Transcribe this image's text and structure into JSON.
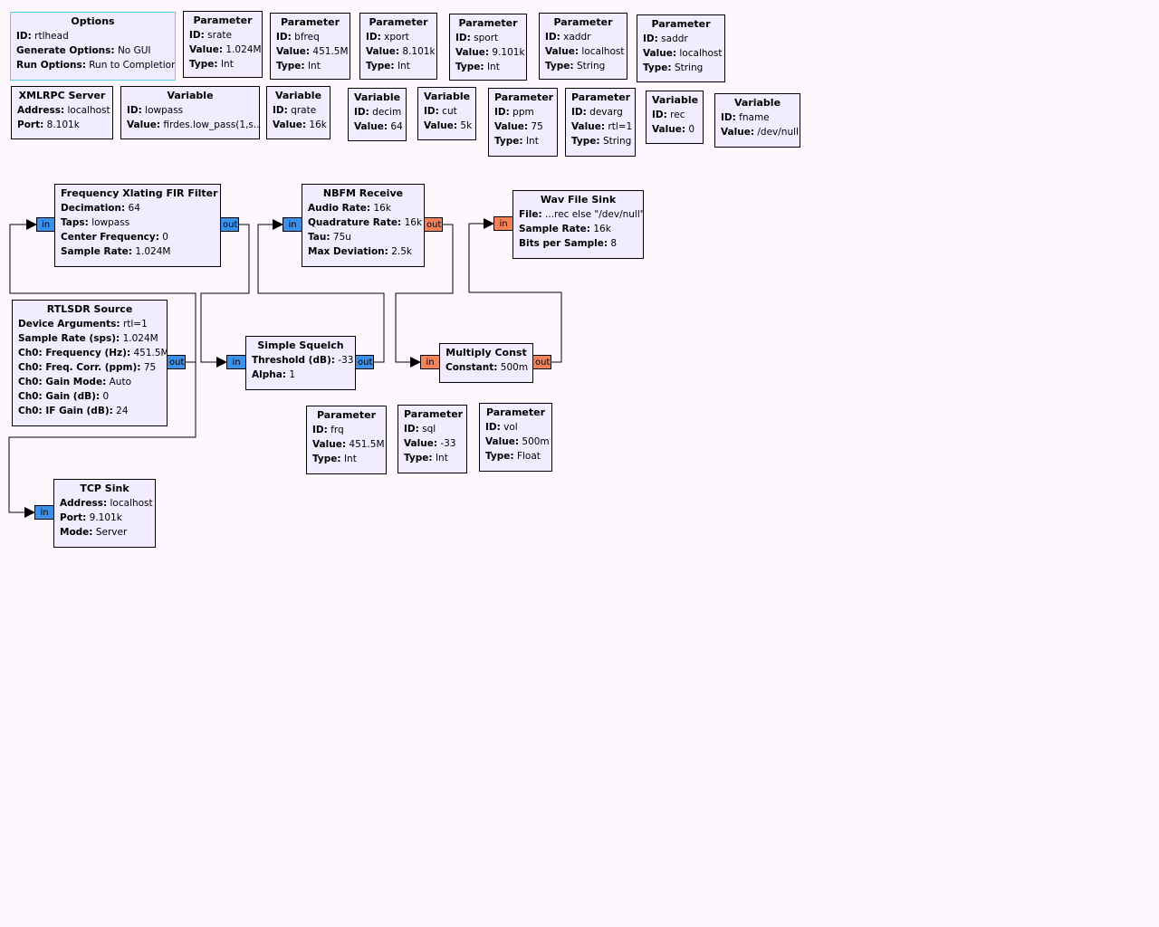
{
  "ports": {
    "in": "in",
    "out": "out"
  },
  "colors": {
    "canvas": "#fff7fe",
    "block_fill": "#f1ecff",
    "complex_port": "#3991ec",
    "float_port": "#f78158",
    "selected_border": "#4fd6e6"
  },
  "blocks": {
    "options": {
      "title": "Options",
      "rows": [
        {
          "k": "ID:",
          "v": "rtlhead"
        },
        {
          "k": "Generate Options:",
          "v": "No GUI"
        },
        {
          "k": "Run Options:",
          "v": "Run to Completion"
        }
      ]
    },
    "p_srate": {
      "title": "Parameter",
      "rows": [
        {
          "k": "ID:",
          "v": "srate"
        },
        {
          "k": "Value:",
          "v": "1.024M"
        },
        {
          "k": "Type:",
          "v": "Int"
        }
      ]
    },
    "p_bfreq": {
      "title": "Parameter",
      "rows": [
        {
          "k": "ID:",
          "v": "bfreq"
        },
        {
          "k": "Value:",
          "v": "451.5M"
        },
        {
          "k": "Type:",
          "v": "Int"
        }
      ]
    },
    "p_xport": {
      "title": "Parameter",
      "rows": [
        {
          "k": "ID:",
          "v": "xport"
        },
        {
          "k": "Value:",
          "v": "8.101k"
        },
        {
          "k": "Type:",
          "v": "Int"
        }
      ]
    },
    "p_sport": {
      "title": "Parameter",
      "rows": [
        {
          "k": "ID:",
          "v": "sport"
        },
        {
          "k": "Value:",
          "v": "9.101k"
        },
        {
          "k": "Type:",
          "v": "Int"
        }
      ]
    },
    "p_xaddr": {
      "title": "Parameter",
      "rows": [
        {
          "k": "ID:",
          "v": "xaddr"
        },
        {
          "k": "Value:",
          "v": "localhost"
        },
        {
          "k": "Type:",
          "v": "String"
        }
      ]
    },
    "p_saddr": {
      "title": "Parameter",
      "rows": [
        {
          "k": "ID:",
          "v": "saddr"
        },
        {
          "k": "Value:",
          "v": "localhost"
        },
        {
          "k": "Type:",
          "v": "String"
        }
      ]
    },
    "xmlrpc": {
      "title": "XMLRPC Server",
      "rows": [
        {
          "k": "Address:",
          "v": "localhost"
        },
        {
          "k": "Port:",
          "v": "8.101k"
        }
      ]
    },
    "v_lowpass": {
      "title": "Variable",
      "rows": [
        {
          "k": "ID:",
          "v": "lowpass"
        },
        {
          "k": "Value:",
          "v": "firdes.low_pass(1,s..."
        }
      ]
    },
    "v_qrate": {
      "title": "Variable",
      "rows": [
        {
          "k": "ID:",
          "v": "qrate"
        },
        {
          "k": "Value:",
          "v": "16k"
        }
      ]
    },
    "v_decim": {
      "title": "Variable",
      "rows": [
        {
          "k": "ID:",
          "v": "decim"
        },
        {
          "k": "Value:",
          "v": "64"
        }
      ]
    },
    "v_cut": {
      "title": "Variable",
      "rows": [
        {
          "k": "ID:",
          "v": "cut"
        },
        {
          "k": "Value:",
          "v": "5k"
        }
      ]
    },
    "p_ppm": {
      "title": "Parameter",
      "rows": [
        {
          "k": "ID:",
          "v": "ppm"
        },
        {
          "k": "Value:",
          "v": "75"
        },
        {
          "k": "Type:",
          "v": "Int"
        }
      ]
    },
    "p_devarg": {
      "title": "Parameter",
      "rows": [
        {
          "k": "ID:",
          "v": "devarg"
        },
        {
          "k": "Value:",
          "v": "rtl=1"
        },
        {
          "k": "Type:",
          "v": "String"
        }
      ]
    },
    "v_rec": {
      "title": "Variable",
      "rows": [
        {
          "k": "ID:",
          "v": "rec"
        },
        {
          "k": "Value:",
          "v": "0"
        }
      ]
    },
    "v_fname": {
      "title": "Variable",
      "rows": [
        {
          "k": "ID:",
          "v": "fname"
        },
        {
          "k": "Value:",
          "v": "/dev/null"
        }
      ]
    },
    "xlating": {
      "title": "Frequency Xlating FIR Filter",
      "rows": [
        {
          "k": "Decimation:",
          "v": "64"
        },
        {
          "k": "Taps:",
          "v": "lowpass"
        },
        {
          "k": "Center Frequency:",
          "v": "0"
        },
        {
          "k": "Sample Rate:",
          "v": "1.024M"
        }
      ]
    },
    "nbfm": {
      "title": "NBFM Receive",
      "rows": [
        {
          "k": "Audio Rate:",
          "v": "16k"
        },
        {
          "k": "Quadrature Rate:",
          "v": "16k"
        },
        {
          "k": "Tau:",
          "v": "75u"
        },
        {
          "k": "Max Deviation:",
          "v": "2.5k"
        }
      ]
    },
    "wav": {
      "title": "Wav File Sink",
      "rows": [
        {
          "k": "File:",
          "v": "...rec else \"/dev/null\""
        },
        {
          "k": "Sample Rate:",
          "v": "16k"
        },
        {
          "k": "Bits per Sample:",
          "v": "8"
        }
      ]
    },
    "rtlsdr": {
      "title": "RTLSDR Source",
      "rows": [
        {
          "k": "Device Arguments:",
          "v": "rtl=1"
        },
        {
          "k": "Sample Rate (sps):",
          "v": "1.024M"
        },
        {
          "k": "Ch0: Frequency (Hz):",
          "v": "451.5M"
        },
        {
          "k": "Ch0: Freq. Corr. (ppm):",
          "v": "75"
        },
        {
          "k": "Ch0: Gain Mode:",
          "v": "Auto"
        },
        {
          "k": "Ch0: Gain (dB):",
          "v": "0"
        },
        {
          "k": "Ch0: IF Gain (dB):",
          "v": "24"
        }
      ]
    },
    "squelch": {
      "title": "Simple Squelch",
      "rows": [
        {
          "k": "Threshold (dB):",
          "v": "-33"
        },
        {
          "k": "Alpha:",
          "v": "1"
        }
      ]
    },
    "mult": {
      "title": "Multiply Const",
      "rows": [
        {
          "k": "Constant:",
          "v": "500m"
        }
      ]
    },
    "p_frq": {
      "title": "Parameter",
      "rows": [
        {
          "k": "ID:",
          "v": "frq"
        },
        {
          "k": "Value:",
          "v": "451.5M"
        },
        {
          "k": "Type:",
          "v": "Int"
        }
      ]
    },
    "p_sql": {
      "title": "Parameter",
      "rows": [
        {
          "k": "ID:",
          "v": "sql"
        },
        {
          "k": "Value:",
          "v": "-33"
        },
        {
          "k": "Type:",
          "v": "Int"
        }
      ]
    },
    "p_vol": {
      "title": "Parameter",
      "rows": [
        {
          "k": "ID:",
          "v": "vol"
        },
        {
          "k": "Value:",
          "v": "500m"
        },
        {
          "k": "Type:",
          "v": "Float"
        }
      ]
    },
    "tcp": {
      "title": "TCP Sink",
      "rows": [
        {
          "k": "Address:",
          "v": "localhost"
        },
        {
          "k": "Port:",
          "v": "9.101k"
        },
        {
          "k": "Mode:",
          "v": "Server"
        }
      ]
    }
  }
}
